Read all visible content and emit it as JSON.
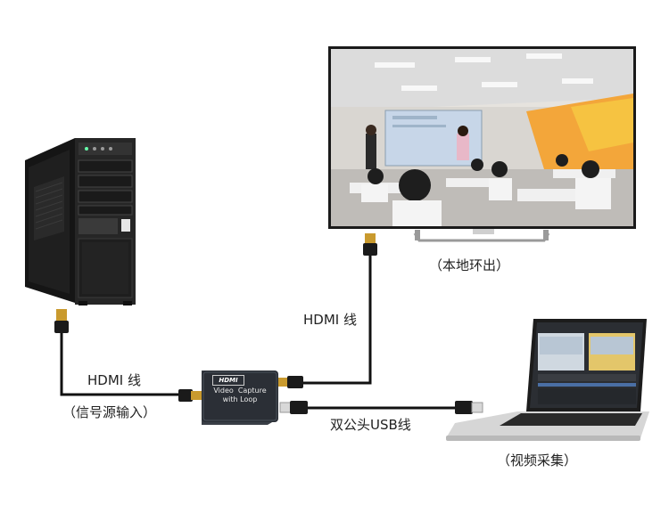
{
  "labels": {
    "hdmi_cable_left": "HDMI 线",
    "signal_source_input": "（信号源输入）",
    "hdmi_cable_right": "HDMI 线",
    "local_loop_out": "（本地环出）",
    "usb_cable": "双公头USB线",
    "video_capture": "（视频采集）"
  },
  "device": {
    "brand": "HDMI",
    "line1": "Video  Capture",
    "line2": "with Loop"
  },
  "colors": {
    "cable": "#111111",
    "pc_body": "#1c1c1c",
    "device_body": "#2b2f36",
    "tv_frame": "#1a1a1a",
    "hdmi_gold": "#c99a2e"
  }
}
